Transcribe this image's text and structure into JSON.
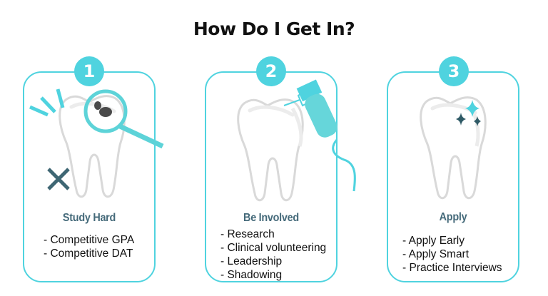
{
  "title": "How Do I Get In?",
  "colors": {
    "accent": "#4fd3df",
    "heading": "#456a7a",
    "dark": "#2f5a66",
    "tooth": "#d9d9d9"
  },
  "steps": [
    {
      "number": "1",
      "heading": "Study Hard",
      "items": [
        "- Competitive GPA",
        "- Competitive DAT"
      ],
      "icon": "tooth-magnifier-icon"
    },
    {
      "number": "2",
      "heading": "Be Involved",
      "items": [
        "- Research",
        "- Clinical volunteering",
        "- Leadership",
        "- Shadowing"
      ],
      "icon": "tooth-dental-tool-icon"
    },
    {
      "number": "3",
      "heading": "Apply",
      "items": [
        "- Apply Early",
        "- Apply Smart",
        "- Practice Interviews"
      ],
      "icon": "tooth-sparkle-icon"
    }
  ]
}
